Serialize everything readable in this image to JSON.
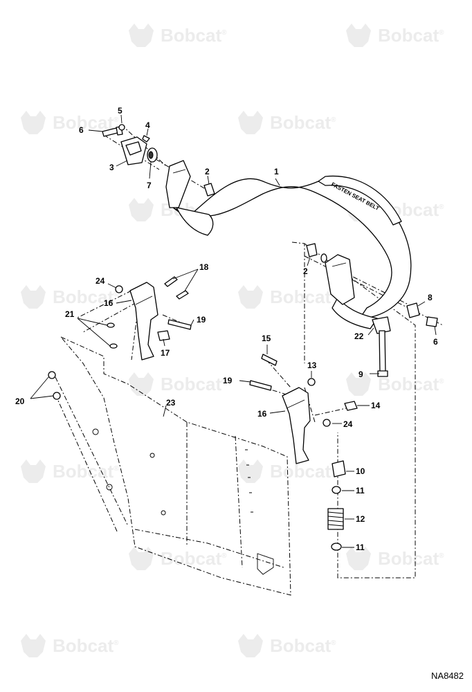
{
  "watermark": {
    "brand": "Bobcat",
    "mark": "®",
    "logo_icon": "bobcat-head-logo"
  },
  "belt_print": "FASTEN SEAT BELT",
  "drawing_number": "NA8482",
  "callouts": {
    "c1": "1",
    "c2a": "2",
    "c2b": "2",
    "c3": "3",
    "c4": "4",
    "c5": "5",
    "c6a": "6",
    "c6b": "6",
    "c7": "7",
    "c8": "8",
    "c9": "9",
    "c10": "10",
    "c11a": "11",
    "c11b": "11",
    "c12": "12",
    "c13": "13",
    "c14": "14",
    "c15": "15",
    "c16a": "16",
    "c16b": "16",
    "c17": "17",
    "c18": "18",
    "c19a": "19",
    "c19b": "19",
    "c20": "20",
    "c21": "21",
    "c22": "22",
    "c23": "23",
    "c24a": "24",
    "c24b": "24"
  }
}
